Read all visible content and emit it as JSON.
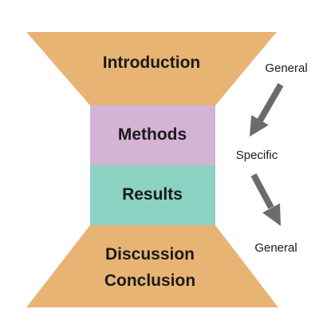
{
  "sections": {
    "introduction": "Introduction",
    "methods": "Methods",
    "results": "Results",
    "discussion": "Discussion",
    "conclusion": "Conclusion"
  },
  "side_labels": {
    "top": "General",
    "middle": "Specific",
    "bottom": "General"
  },
  "colors": {
    "orange": "#E8B474",
    "purple": "#D5B3D5",
    "teal": "#8BD2C3",
    "arrow": "#6B6B6B"
  }
}
